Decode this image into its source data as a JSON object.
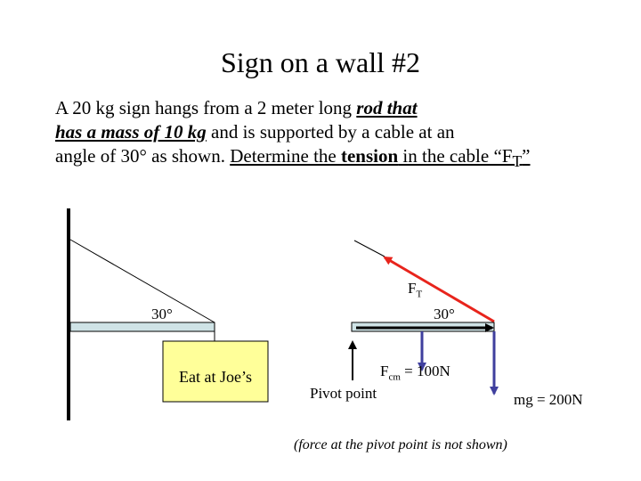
{
  "slide": {
    "title": "Sign on a wall #2"
  },
  "problem": {
    "line1_a": "A 20 kg sign hangs from a 2 meter long ",
    "line1_b": "rod that",
    "line2_a": "has a mass of 10 kg",
    "line2_b": " and is supported by a cable at an",
    "line3_a": "angle of 30° as shown.  ",
    "line3_b": "Determine the ",
    "line3_c": "tension",
    "line3_d": " in the cable “F",
    "line3_sub": "T",
    "line3_e": "”"
  },
  "left_diagram": {
    "angle_label": "30°",
    "sign_text": "Eat at Joe’s"
  },
  "fbd": {
    "ft_label": "F",
    "ft_sub": "T",
    "angle_label": "30°",
    "fcm_label": "F",
    "fcm_sub": "cm",
    "fcm_value": " = 100N",
    "pivot_label": "Pivot point",
    "mg_label": "mg = 200N",
    "note": "(force at the pivot point is not shown)"
  },
  "colors": {
    "tension_arrow": "#e8241c",
    "weight_arrows": "#3f3f9e",
    "rod_fill": "#cfe3e6",
    "sign_fill": "#ffff99"
  }
}
